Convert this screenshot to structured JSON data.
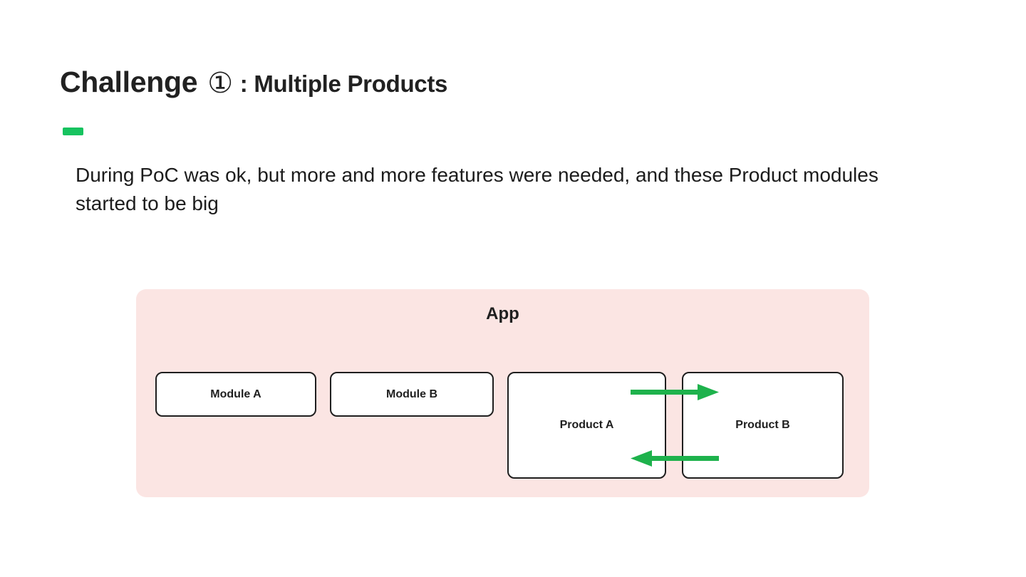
{
  "title": {
    "prefix": "Challenge",
    "badge": "①",
    "suffix": ": Multiple Products"
  },
  "body": {
    "text": "During PoC was ok, but more and more features were needed, and these Product modules started to be big"
  },
  "diagram": {
    "app_label": "App",
    "boxes": [
      {
        "id": "module-a",
        "label": "Module A"
      },
      {
        "id": "module-b",
        "label": "Module B"
      },
      {
        "id": "product-a",
        "label": "Product A"
      },
      {
        "id": "product-b",
        "label": "Product B"
      }
    ],
    "arrows": [
      {
        "name": "arrow-product-a-to-product-b",
        "direction": "right"
      },
      {
        "name": "arrow-product-b-to-product-a",
        "direction": "left"
      }
    ]
  },
  "colors": {
    "accent_green": "#17c35f",
    "arrow_green": "#1eb24c",
    "panel_pink": "#fbe5e3",
    "box_border": "#1f1f1f",
    "title_text": "#212121",
    "body_text": "#1c1c1c"
  }
}
